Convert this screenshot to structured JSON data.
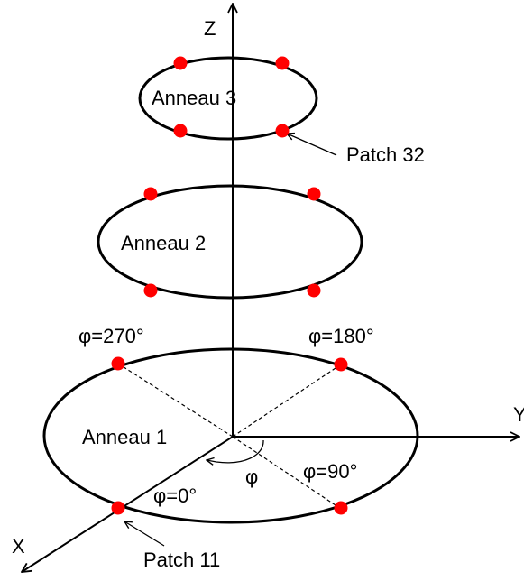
{
  "colors": {
    "patch": "#ff0000",
    "line": "#000000",
    "background": "#ffffff"
  },
  "axes": {
    "x": "X",
    "y": "Y",
    "z": "Z"
  },
  "rings": [
    {
      "label": "Anneau 1"
    },
    {
      "label": "Anneau 2"
    },
    {
      "label": "Anneau 3"
    }
  ],
  "angles": {
    "phi": "φ",
    "phi_0": "φ=0°",
    "phi_90": "φ=90°",
    "phi_180": "φ=180°",
    "phi_270": "φ=270°"
  },
  "callouts": {
    "patch_11": "Patch 11",
    "patch_32": "Patch 32"
  }
}
